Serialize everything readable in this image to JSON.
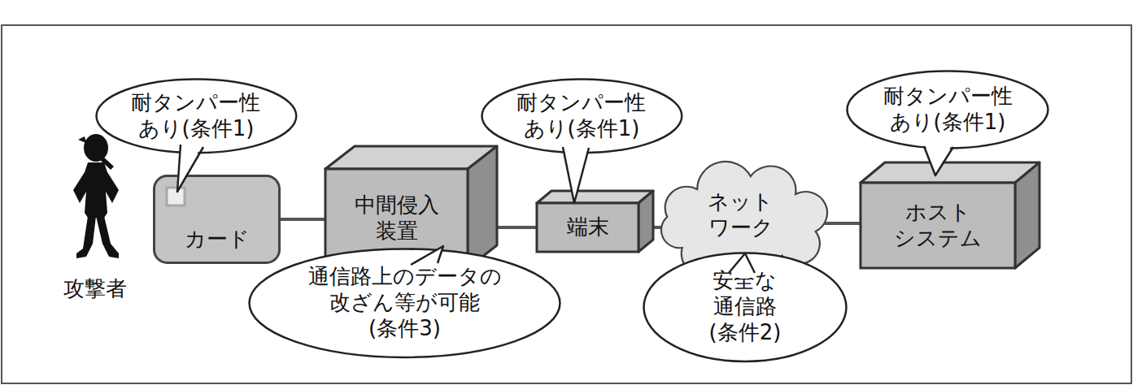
{
  "diagram": {
    "nodes": [
      {
        "text": [
          "耐タンパー性 あり(条件1)"
        ]
      },
      {
        "text": [
          "耐タンパー性 あり(条件1)"
        ]
      },
      {
        "text": [
          "耐タンパー性 あり(条件1)"
        ]
      },
      {
        "text": [
          "カード"
        ]
      },
      {
        "text": [
          "中間侵入 装置"
        ]
      },
      {
        "text": [
          "端末"
        ]
      },
      {
        "text": [
          "ネット ワーク"
        ]
      },
      {
        "text": [
          "ホスト システム"
        ]
      },
      {
        "text": [
          "通信路上のデータの 改ざん等が可能(条件3)"
        ]
      },
      {
        "text": [
          "安全な 通信路(条件2)"
        ]
      }
    ],
    "edges": [
      {
        "from": 3,
        "to": 4,
        "arrow": "none"
      },
      {
        "from": 4,
        "to": 5,
        "arrow": "none"
      },
      {
        "from": 5,
        "to": 6,
        "arrow": "none"
      },
      {
        "from": 6,
        "to": 7,
        "arrow": "none"
      }
    ],
    "labels": [
      "攻撃者"
    ]
  }
}
